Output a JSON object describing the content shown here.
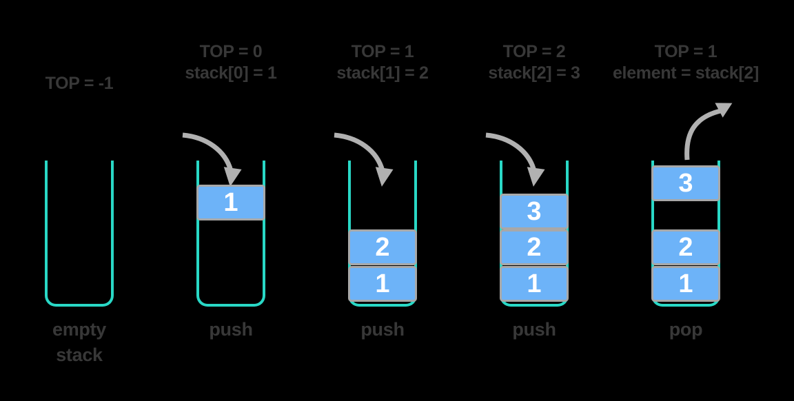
{
  "colors": {
    "background": "#000000",
    "beaker_outline": "#29d8c6",
    "block_fill": "#6db3f8",
    "block_border": "#a8a8a8",
    "arrow": "#b1b1b1",
    "text": "#383838",
    "block_number": "#ffffff"
  },
  "panels": [
    {
      "caption_line1": "TOP = -1",
      "caption_line2": "",
      "arrow": "none",
      "blocks": [],
      "label_line1": "empty",
      "label_line2": "stack"
    },
    {
      "caption_line1": "TOP = 0",
      "caption_line2": "stack[0] = 1",
      "arrow": "push",
      "blocks": [
        {
          "value": "1",
          "state": "falling"
        }
      ],
      "label_line1": "push",
      "label_line2": ""
    },
    {
      "caption_line1": "TOP = 1",
      "caption_line2": "stack[1] = 2",
      "arrow": "push",
      "blocks": [
        {
          "value": "2",
          "state": "stacked"
        },
        {
          "value": "1",
          "state": "stacked"
        }
      ],
      "label_line1": "push",
      "label_line2": ""
    },
    {
      "caption_line1": "TOP = 2",
      "caption_line2": "stack[2] = 3",
      "arrow": "push",
      "blocks": [
        {
          "value": "3",
          "state": "stacked"
        },
        {
          "value": "2",
          "state": "stacked"
        },
        {
          "value": "1",
          "state": "stacked"
        }
      ],
      "label_line1": "push",
      "label_line2": ""
    },
    {
      "caption_line1": "TOP = 1",
      "caption_line2": "element = stack[2]",
      "arrow": "pop",
      "blocks": [
        {
          "value": "3",
          "state": "popping"
        },
        {
          "value": "2",
          "state": "stacked"
        },
        {
          "value": "1",
          "state": "stacked"
        }
      ],
      "label_line1": "pop",
      "label_line2": ""
    }
  ]
}
